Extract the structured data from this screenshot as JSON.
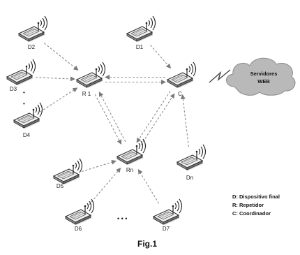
{
  "nodes": [
    {
      "id": "D2",
      "label": "D2",
      "kind": "device"
    },
    {
      "id": "D1",
      "label": "D1",
      "kind": "device"
    },
    {
      "id": "D3",
      "label": "D3",
      "kind": "device"
    },
    {
      "id": "R1",
      "label": "R 1",
      "kind": "repeater"
    },
    {
      "id": "C",
      "label": "C",
      "kind": "coordinator"
    },
    {
      "id": "D4",
      "label": "D4",
      "kind": "device"
    },
    {
      "id": "Rn",
      "label": "Rn",
      "kind": "repeater"
    },
    {
      "id": "Dn",
      "label": "Dn",
      "kind": "device"
    },
    {
      "id": "D5",
      "label": "D5",
      "kind": "device"
    },
    {
      "id": "D6",
      "label": "D6",
      "kind": "device"
    },
    {
      "id": "D7",
      "label": "D7",
      "kind": "device"
    }
  ],
  "cloud": {
    "line1": "Servidores",
    "line2": "WEB"
  },
  "edges": [
    {
      "from": "D2",
      "to": "R1"
    },
    {
      "from": "D3",
      "to": "R1"
    },
    {
      "from": "D4",
      "to": "R1"
    },
    {
      "from": "D1",
      "to": "C"
    },
    {
      "from": "R1",
      "to": "C",
      "bidirectional": true
    },
    {
      "from": "R1",
      "to": "Rn",
      "bidirectional": true
    },
    {
      "from": "Rn",
      "to": "C",
      "bidirectional": true
    },
    {
      "from": "Dn",
      "to": "C"
    },
    {
      "from": "D5",
      "to": "Rn"
    },
    {
      "from": "D6",
      "to": "Rn"
    },
    {
      "from": "D7",
      "to": "Rn"
    }
  ],
  "ellipsis_vertical": "•\n•",
  "ellipsis_horizontal": "• • •",
  "legend": [
    "D: Dispositivo final",
    "R: Repetidor",
    "C: Coordinador"
  ],
  "caption": "Fig.1"
}
